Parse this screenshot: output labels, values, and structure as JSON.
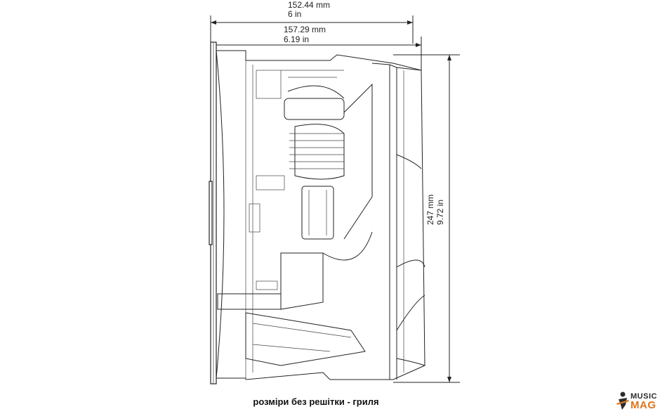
{
  "dimensions": {
    "width_outer_mm": "152.44 mm",
    "width_outer_in": "6 in",
    "width_inner_mm": "157.29 mm",
    "width_inner_in": "6.19 in",
    "height_mm": "247 mm",
    "height_in": "9.72 in"
  },
  "caption": "розміри без решітки - гриля",
  "watermark": {
    "line1": "MUSIC",
    "line2": "MAG",
    "accent": "#e0741c"
  },
  "colors": {
    "stroke": "#222222",
    "background": "#ffffff"
  }
}
